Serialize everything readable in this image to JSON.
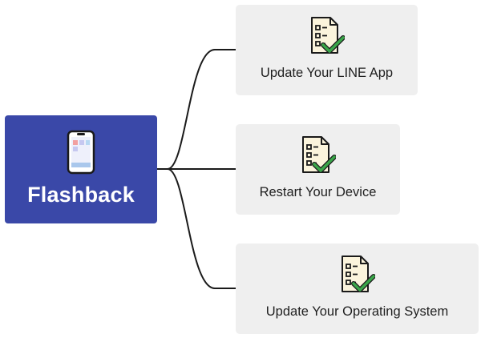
{
  "root": {
    "label": "Flashback",
    "icon": "smartphone-icon",
    "color": "#3a48a8"
  },
  "branches": [
    {
      "label": "Update Your LINE App",
      "icon": "checklist-icon"
    },
    {
      "label": "Restart Your Device",
      "icon": "checklist-icon"
    },
    {
      "label": "Update Your Operating System",
      "icon": "checklist-icon"
    }
  ],
  "colors": {
    "node_background": "#efefef",
    "connector": "#1a1a1a",
    "check": "#3aa64a",
    "paper": "#fbf4dc"
  }
}
